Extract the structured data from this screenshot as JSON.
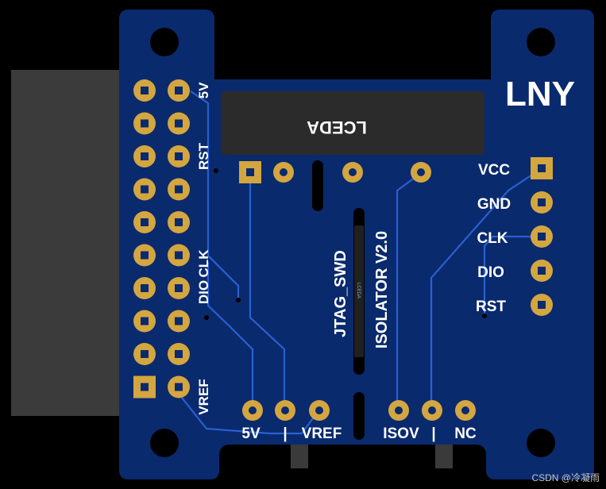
{
  "board": {
    "brand": "LNY",
    "title_line1": "JTAG_SWD",
    "title_line2": "ISOLATOR V2.0",
    "chip_marking": "LCEDA",
    "ic_marking": "LCEDA"
  },
  "left_header": {
    "labels": {
      "pin_5v": "5V",
      "pin_rst": "RST",
      "pin_clk": "CLK",
      "pin_dio": "DIO",
      "pin_vref": "VREF"
    }
  },
  "right_header": {
    "pins": [
      "VCC",
      "GND",
      "CLK",
      "DIO",
      "RST"
    ]
  },
  "bottom_labels": {
    "left_group": [
      "5V",
      "|",
      "VREF"
    ],
    "right_group": [
      "ISOV",
      "|",
      "NC"
    ]
  },
  "colors": {
    "background": "#000000",
    "pcb": "#0a2a6e",
    "trace": "#1e56c8",
    "pad_gold": "#d4a640",
    "connector": "#3a3a3a",
    "text": "#ffffff"
  },
  "watermark": "CSDN @冷凝雨"
}
